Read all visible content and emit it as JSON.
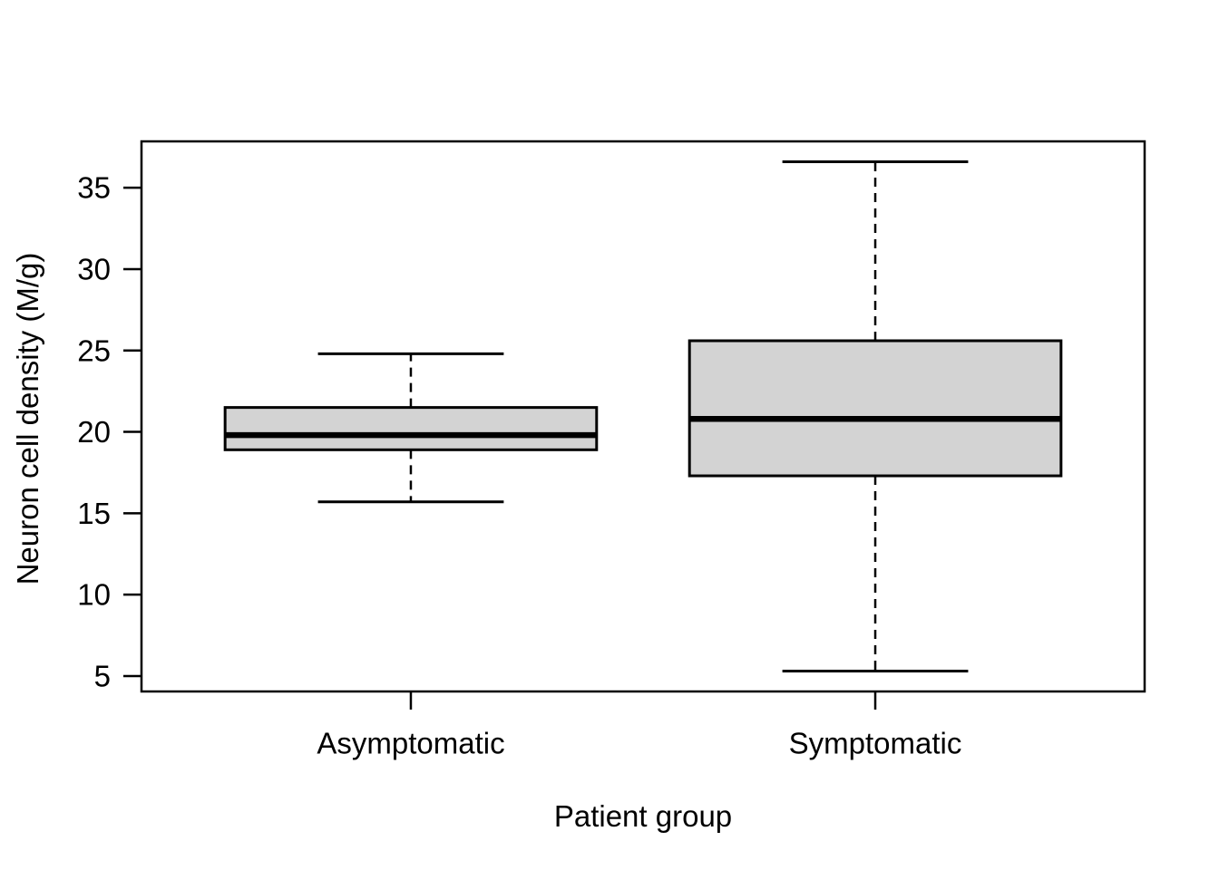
{
  "chart_data": {
    "type": "boxplot",
    "title": "",
    "xlabel": "Patient group",
    "ylabel": "Neuron cell density (M/g)",
    "categories": [
      "Asymptomatic",
      "Symptomatic"
    ],
    "yticks": [
      5,
      10,
      15,
      20,
      25,
      30,
      35
    ],
    "ylim": [
      4.05,
      37.85
    ],
    "series": [
      {
        "name": "Asymptomatic",
        "whisker_low": 15.7,
        "q1": 18.9,
        "median": 19.8,
        "q3": 21.5,
        "whisker_high": 24.8
      },
      {
        "name": "Symptomatic",
        "whisker_low": 5.3,
        "q1": 17.3,
        "median": 20.8,
        "q3": 25.6,
        "whisker_high": 36.6
      }
    ],
    "colors": {
      "box_fill": "#d3d3d3",
      "line": "#000000",
      "background": "#ffffff"
    },
    "layout_hints": {
      "grid": false,
      "legend": false,
      "whisker_line_style": "dashed",
      "whisker_cap_style": "solid",
      "box_width_fraction_of_slot": 0.8
    }
  }
}
